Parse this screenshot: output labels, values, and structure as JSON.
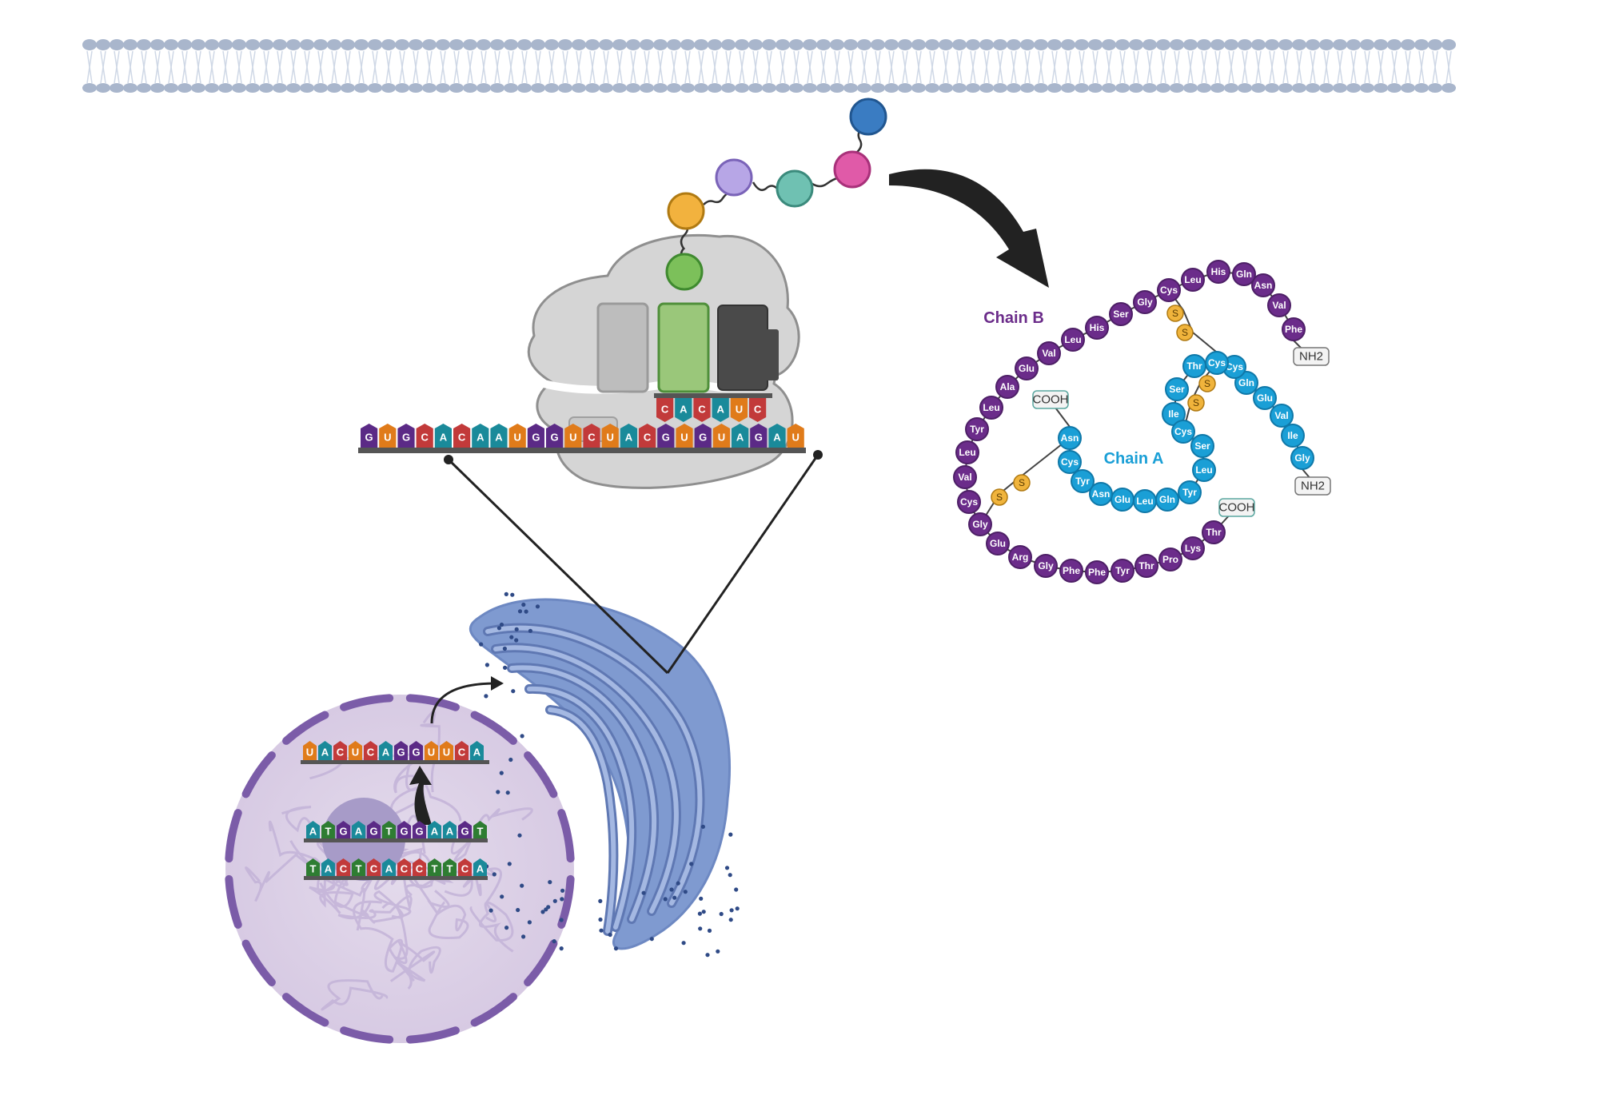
{
  "colors": {
    "chain_b": "#6b2c8a",
    "chain_a": "#1a9fd6",
    "disulfide": "#f0b43c",
    "membrane": "#a9b6cc",
    "ribosome": "#d4d4d4",
    "nucleus": "#ddd2e6",
    "nuclear_envelope": "#7b5ca8",
    "er": "#7f9ad0",
    "nucleotide_G": "#5b2a86",
    "nucleotide_U": "#e07b1a",
    "nucleotide_C": "#c23a3a",
    "nucleotide_A": "#1a8a9a",
    "nucleotide_T": "#2e7d32"
  },
  "icons": [
    "cell-membrane-icon",
    "ribosome-icon",
    "trna-icon",
    "nucleus-icon",
    "endoplasmic-reticulum-icon",
    "dna-icon",
    "mrna-icon",
    "curved-arrow-icon"
  ],
  "labels": {
    "chain_b": "Chain B",
    "chain_a": "Chain A"
  },
  "mrna_ribosome": "GUGCACAAUGGUCUACGUGUAGAU",
  "anticodon": "CACAUC",
  "mrna_nucleus": "UACUCAGGUUCA",
  "dna_top": "ATGAGTGGAAGT",
  "dna_bottom": "TACTCACCTTCA",
  "chain_b": {
    "residues": [
      "Phe",
      "Val",
      "Asn",
      "Gln",
      "His",
      "Leu",
      "Cys",
      "Gly",
      "Ser",
      "His",
      "Leu",
      "Val",
      "Glu",
      "Ala",
      "Leu",
      "Tyr",
      "Leu",
      "Val",
      "Cys",
      "Gly",
      "Glu",
      "Arg",
      "Gly",
      "Phe",
      "Phe",
      "Tyr",
      "Thr",
      "Pro",
      "Lys",
      "Thr"
    ],
    "n_term": "NH2",
    "c_term": "COOH"
  },
  "chain_a": {
    "residues": [
      "Gly",
      "Ile",
      "Val",
      "Glu",
      "Gln",
      "Cys",
      "Cys",
      "Thr",
      "Ser",
      "Ile",
      "Cys",
      "Ser",
      "Leu",
      "Tyr",
      "Gln",
      "Leu",
      "Glu",
      "Asn",
      "Tyr",
      "Cys",
      "Asn"
    ],
    "n_term": "NH2",
    "c_term": "COOH"
  },
  "disulfide_label": "S"
}
